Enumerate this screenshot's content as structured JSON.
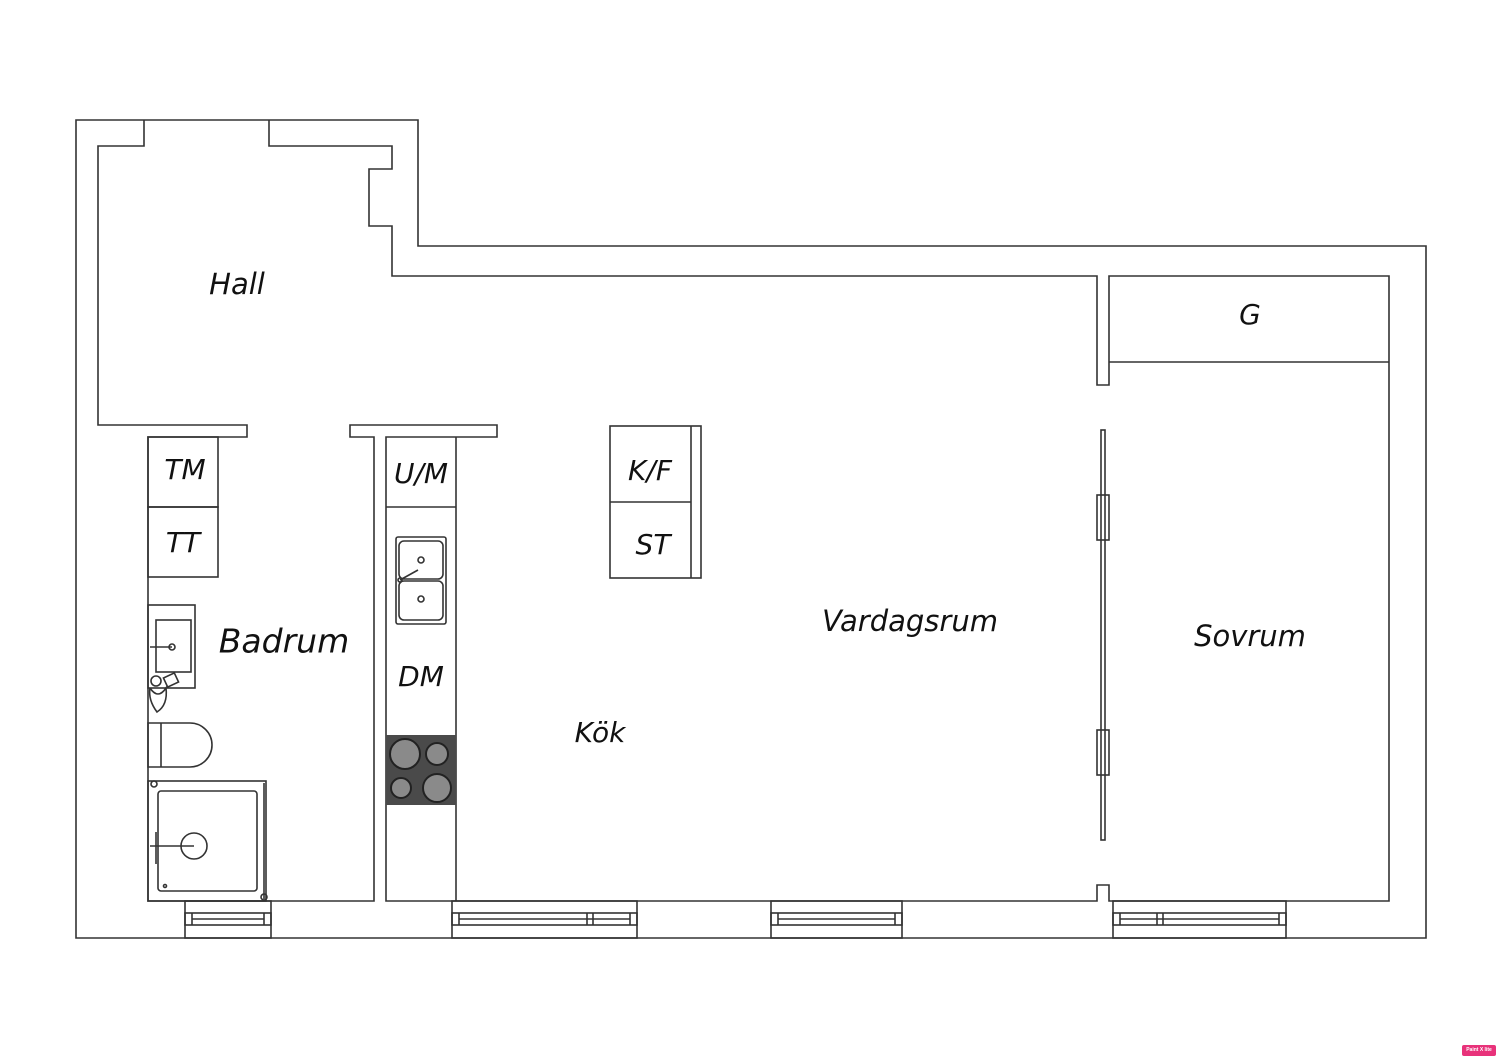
{
  "rooms": {
    "hall": "Hall",
    "badrum": "Badrum",
    "kok": "Kök",
    "vardagsrum": "Vardagsrum",
    "sovrum": "Sovrum",
    "garderob": "G"
  },
  "fixtures": {
    "tm": "TM",
    "tt": "TT",
    "um": "U/M",
    "dm": "DM",
    "kf": "K/F",
    "st": "ST"
  },
  "colors": {
    "wall": "#333333",
    "stove": "#4a4a4a",
    "burner": "#8a8a8a",
    "badge": "#e8327a"
  },
  "badge": "Paint X lite"
}
